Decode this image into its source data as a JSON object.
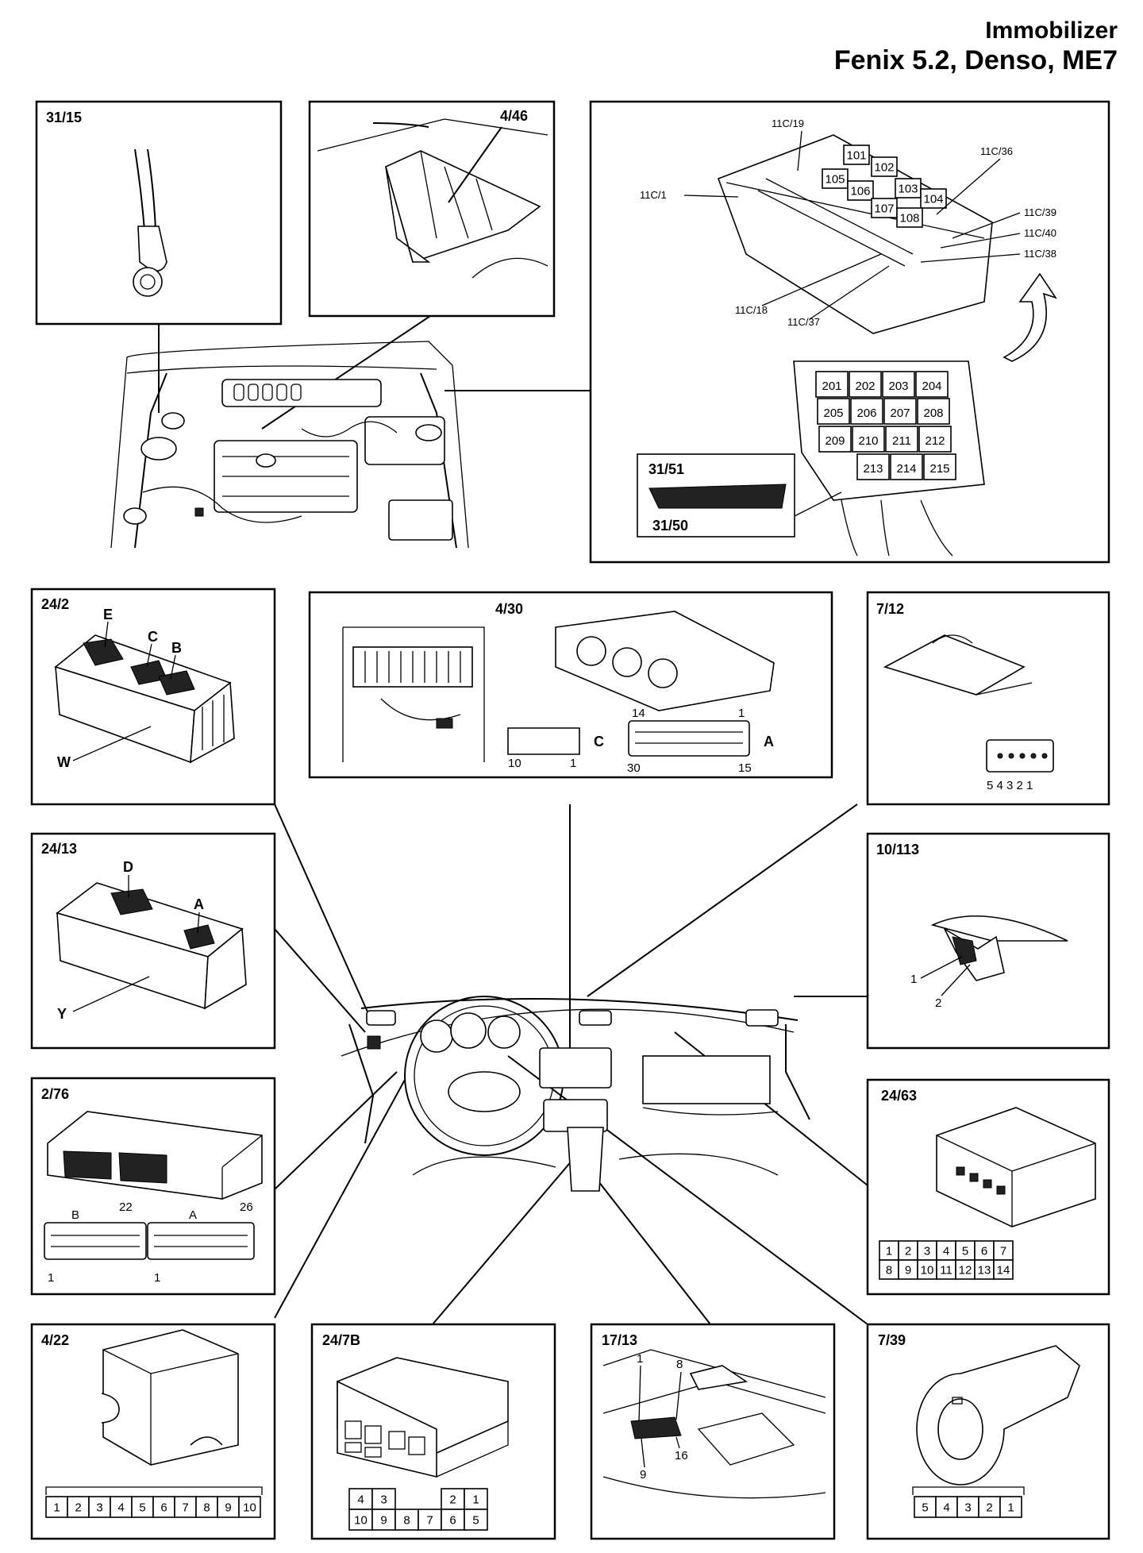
{
  "title": {
    "line1": "Immobilizer",
    "line2": "Fenix 5.2, Denso, ME7"
  },
  "panels": {
    "p3115": {
      "label": "31/15"
    },
    "p446": {
      "label": "4/46"
    },
    "fusebox": {
      "labels": [
        "11C/19",
        "11C/36",
        "11C/1",
        "11C/39",
        "11C/40",
        "11C/38",
        "11C/18",
        "11C/37"
      ],
      "relays_top": [
        "101",
        "102",
        "103",
        "104",
        "105",
        "106",
        "107",
        "108"
      ],
      "relays_bottom": [
        "201",
        "202",
        "203",
        "204",
        "205",
        "206",
        "207",
        "208",
        "209",
        "210",
        "211",
        "212",
        "213",
        "214",
        "215"
      ],
      "inset_top": "31/51",
      "inset_bottom": "31/50"
    },
    "p242": {
      "label": "24/2",
      "letters": [
        "E",
        "C",
        "B",
        "W"
      ]
    },
    "p430": {
      "label": "4/30",
      "c_pins": [
        "10",
        "1"
      ],
      "c_letter": "C",
      "a_pins_top": [
        "14",
        "1"
      ],
      "a_pins_bottom": [
        "30",
        "15"
      ],
      "a_letter": "A"
    },
    "p712": {
      "label": "7/12",
      "pins": "5 4 3 2 1"
    },
    "p2413": {
      "label": "24/13",
      "letters": [
        "D",
        "A",
        "Y"
      ]
    },
    "p10113": {
      "label": "10/113",
      "pins": [
        "1",
        "2"
      ]
    },
    "p276": {
      "label": "2/76",
      "letters": [
        "B",
        "22",
        "A",
        "26",
        "1",
        "1"
      ]
    },
    "p2463": {
      "label": "24/63",
      "row1": [
        "1",
        "2",
        "3",
        "4",
        "5",
        "6",
        "7"
      ],
      "row2": [
        "8",
        "9",
        "10",
        "11",
        "12",
        "13",
        "14"
      ]
    },
    "p422": {
      "label": "4/22",
      "pins": [
        "1",
        "2",
        "3",
        "4",
        "5",
        "6",
        "7",
        "8",
        "9",
        "10"
      ]
    },
    "p247b": {
      "label": "24/7B",
      "row1": [
        "4",
        "3",
        "",
        "2",
        "1"
      ],
      "row2": [
        "10",
        "9",
        "8",
        "7",
        "6",
        "5"
      ]
    },
    "p1713": {
      "label": "17/13",
      "pins": [
        "1",
        "8",
        "16",
        "9"
      ]
    },
    "p739": {
      "label": "7/39",
      "pins": [
        "5",
        "4",
        "3",
        "2",
        "1"
      ]
    }
  }
}
